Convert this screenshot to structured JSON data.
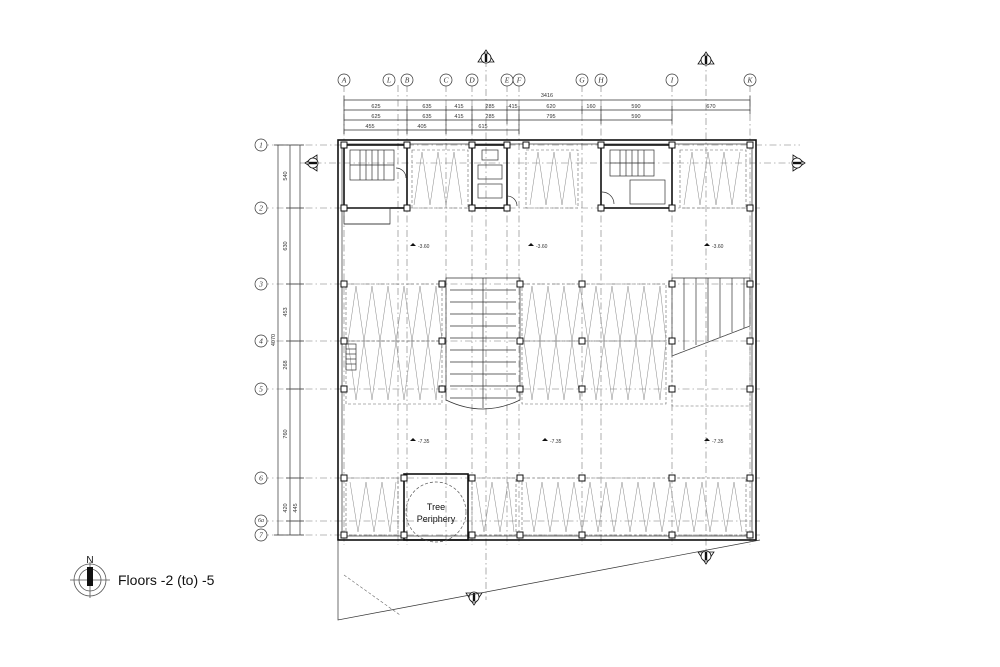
{
  "grid": {
    "vertical": [
      "A",
      "L",
      "B",
      "C",
      "D",
      "E",
      "F",
      "G",
      "H",
      "I",
      "K"
    ],
    "horizontal": [
      "1",
      "2",
      "3",
      "4",
      "5",
      "6",
      "6a",
      "7"
    ]
  },
  "dimensions": {
    "overall": "3416",
    "row1": [
      "625",
      "635",
      "415",
      "285",
      "415",
      "620",
      "160",
      "590",
      "670"
    ],
    "row2": [
      "625",
      "635",
      "415",
      "285",
      "795",
      "590"
    ],
    "row3": [
      "455",
      "405",
      "615"
    ],
    "left": [
      "540",
      "630",
      "453",
      "268",
      "760",
      "420",
      "445",
      "4070"
    ]
  },
  "levels": [
    "-3.60",
    "-3.60",
    "-3.60",
    "-7.35",
    "-7.35",
    "-7.35"
  ],
  "labels": {
    "tree_line1": "Tree",
    "tree_line2": "Periphery",
    "north": "N",
    "floors": "Floors -2 (to) -5"
  }
}
